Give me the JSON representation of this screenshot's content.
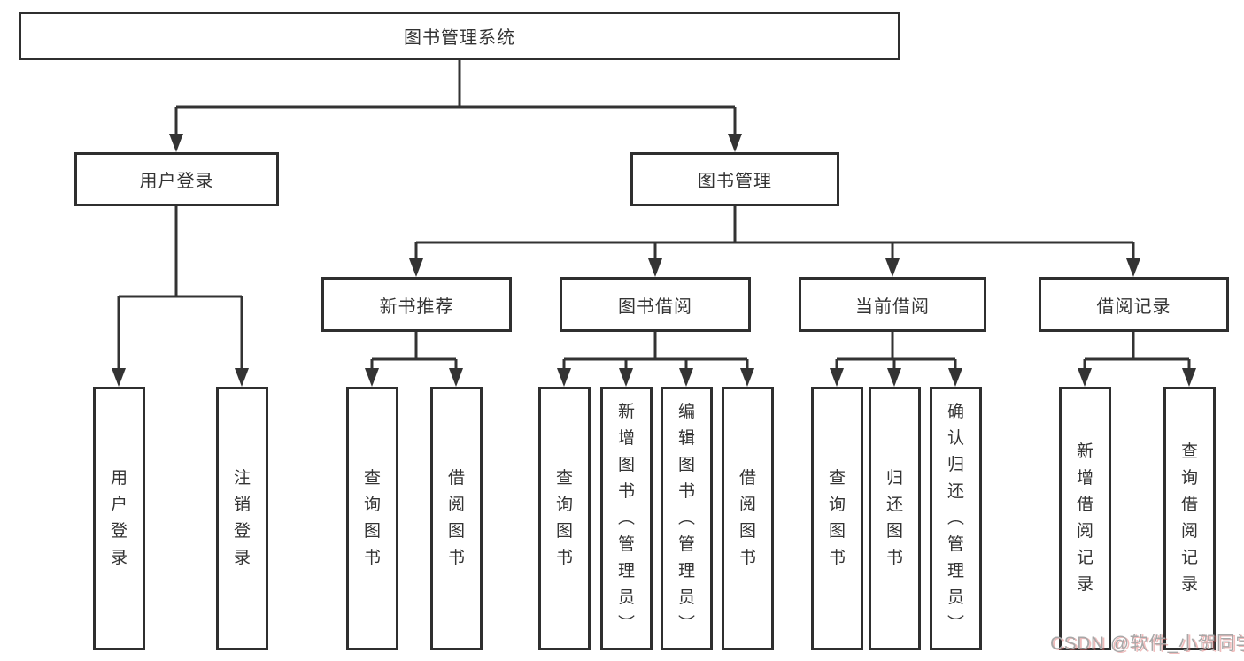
{
  "diagram": {
    "watermark": "CSDN @软件_小贺同学",
    "colors": {
      "line": "#333333",
      "box_border": "#2f2f2f",
      "box_background": "#ffffff",
      "text": "#333333",
      "watermark_gray": "#a8a8a8",
      "watermark_red_fringe": "#dd6969"
    }
  },
  "tree": {
    "root": {
      "label": "图书管理系统"
    },
    "branches": [
      {
        "label": "用户登录",
        "children": [
          {
            "label": "用户登录"
          },
          {
            "label": "注销登录"
          }
        ]
      },
      {
        "label": "图书管理",
        "children": [
          {
            "label": "新书推荐",
            "children": [
              {
                "label": "查询图书"
              },
              {
                "label": "借阅图书"
              }
            ]
          },
          {
            "label": "图书借阅",
            "children": [
              {
                "label": "查询图书"
              },
              {
                "label": "新增图书（管理员）"
              },
              {
                "label": "编辑图书（管理员）"
              },
              {
                "label": "借阅图书"
              }
            ]
          },
          {
            "label": "当前借阅",
            "children": [
              {
                "label": "查询图书"
              },
              {
                "label": "归还图书"
              },
              {
                "label": "确认归还（管理员）"
              }
            ]
          },
          {
            "label": "借阅记录",
            "children": [
              {
                "label": "新增借阅记录"
              },
              {
                "label": "查询借阅记录"
              }
            ]
          }
        ]
      }
    ]
  }
}
